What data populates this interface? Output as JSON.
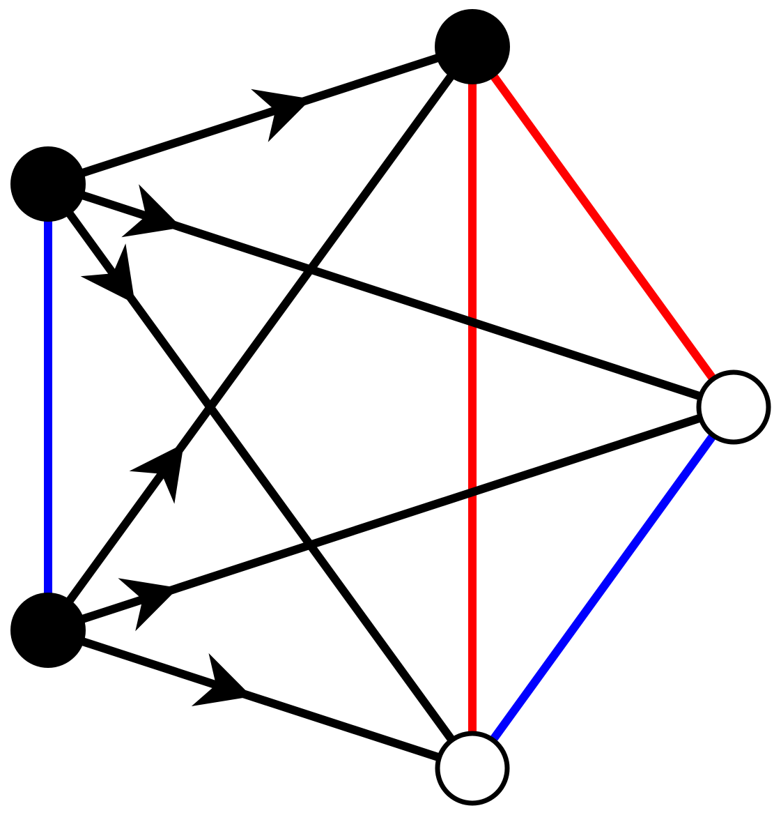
{
  "graph": {
    "colors": {
      "black": "#000000",
      "blue": "#0000ff",
      "red": "#ff0000",
      "white": "#ffffff"
    },
    "nodes": [
      {
        "id": "A",
        "fill": "black"
      },
      {
        "id": "B",
        "fill": "black"
      },
      {
        "id": "C",
        "fill": "white"
      },
      {
        "id": "D",
        "fill": "white"
      },
      {
        "id": "E",
        "fill": "black"
      }
    ],
    "edges": [
      {
        "from": "A",
        "to": "E",
        "color": "blue",
        "directed": false
      },
      {
        "from": "B",
        "to": "C",
        "color": "red",
        "directed": false
      },
      {
        "from": "B",
        "to": "D",
        "color": "red",
        "directed": false
      },
      {
        "from": "C",
        "to": "D",
        "color": "blue",
        "directed": false
      },
      {
        "from": "A",
        "to": "B",
        "color": "black",
        "directed": true
      },
      {
        "from": "A",
        "to": "C",
        "color": "black",
        "directed": true
      },
      {
        "from": "A",
        "to": "D",
        "color": "black",
        "directed": true
      },
      {
        "from": "E",
        "to": "B",
        "color": "black",
        "directed": true
      },
      {
        "from": "E",
        "to": "C",
        "color": "black",
        "directed": true
      },
      {
        "from": "E",
        "to": "D",
        "color": "black",
        "directed": true
      }
    ]
  }
}
